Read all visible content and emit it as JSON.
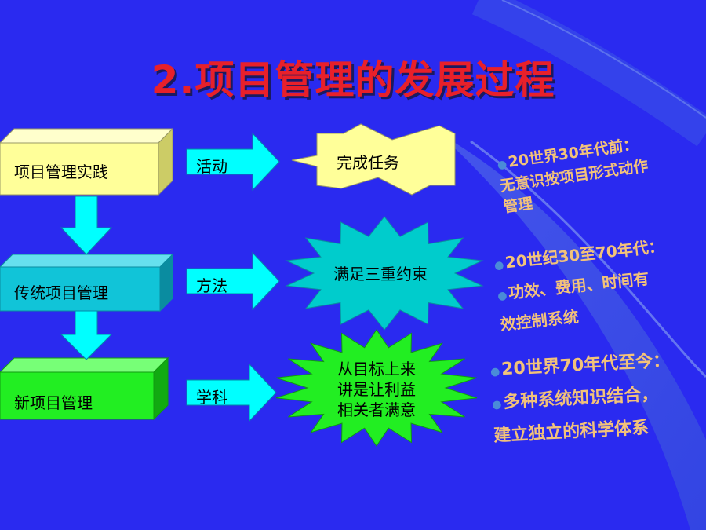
{
  "title": "2.项目管理的发展过程",
  "stages": [
    {
      "label": "项目管理实践",
      "action": "活动",
      "result": "完成任务"
    },
    {
      "label": "传统项目管理",
      "action": "方法",
      "result": "满足三重约束"
    },
    {
      "label": "新项目管理",
      "action": "学科",
      "result_lines": [
        "从目标上来",
        "讲是让利益",
        "相关者满意"
      ]
    }
  ],
  "notes": [
    {
      "lines": [
        "20世界30年代前：",
        "无意识按项目形式动作",
        "管理"
      ]
    },
    {
      "lines": [
        "20世纪30至70年代：",
        "功效、费用、时间有",
        "效控制系统"
      ]
    },
    {
      "lines": [
        "20世界70年代至今：",
        "多种系统知识结合，",
        "建立独立的科学体系"
      ]
    }
  ],
  "colors": {
    "background": "#2a2af0",
    "title": "#e8202a",
    "box1": "#ffff99",
    "box2": "#11c4d8",
    "box3": "#22ee22",
    "arrow": "#00ffff",
    "starburst": "#00cccc",
    "note_text": "#f2c27a"
  }
}
